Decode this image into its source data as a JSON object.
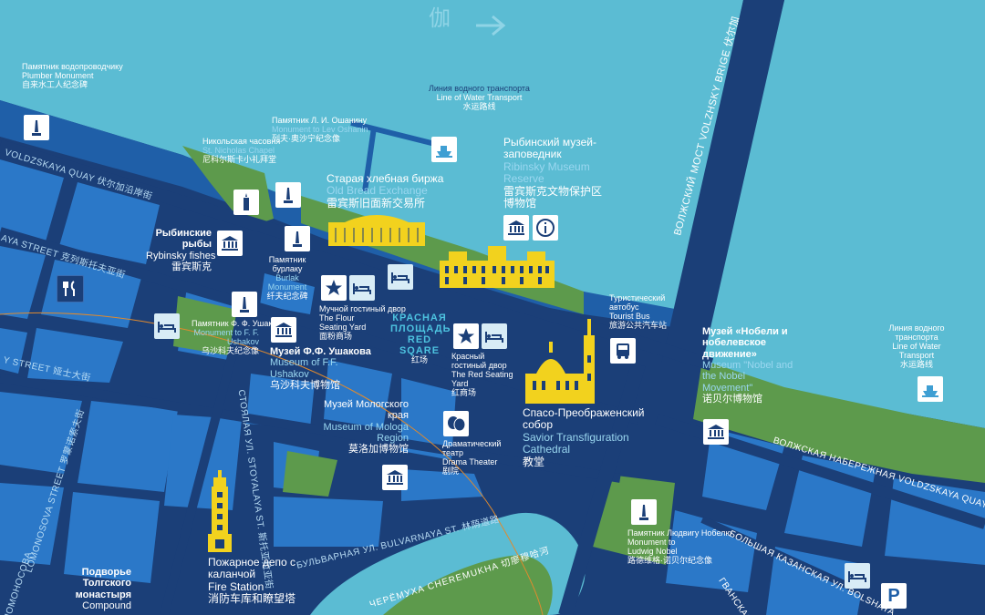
{
  "colors": {
    "water": "#5bbcd3",
    "block": "#1f5fa8",
    "street": "#1b3f78",
    "park": "#5d9a4c",
    "landmark": "#f2d21e",
    "label_en": "#9ad7f0"
  },
  "river_labels": {
    "top_glyph": "伽"
  },
  "labels": {
    "plumber": {
      "ru": "Памятник водопроводчику",
      "en": "Plumber Monument",
      "cn": "自来水工人纪念碑"
    },
    "water1": {
      "ru": "Линия водного транспорта",
      "en": "Line of Water Transport",
      "cn": "水运路线"
    },
    "oshanin": {
      "ru": "Памятник Л. И. Ошанину",
      "en": "Monument to Lev Oshanin",
      "cn": "列夫·奥沙宁纪念像"
    },
    "chapel": {
      "ru": "Никольская часовня",
      "en": "St. Nicholas Chapel",
      "cn": "尼科尔斯卡小礼拜堂"
    },
    "bread": {
      "ru": "Старая хлебная биржа",
      "en": "Old Bread Exchange",
      "cn": "雷宾斯旧面新交易所"
    },
    "museum_reserve": {
      "ru": "Рыбинский музей-заповедник",
      "en": "Ribinsky Museum Reserve",
      "cn": "雷宾斯克文物保护区博物馆"
    },
    "fishes": {
      "ru": "Рыбинские рыбы",
      "en": "Rybinsky fishes",
      "cn": "雷宾斯克"
    },
    "burlak": {
      "ru": "Памятник бурлаку",
      "en": "Burlak Monument",
      "cn": "纤夫纪念碑"
    },
    "flour": {
      "ru": "Мучной гостиный двор",
      "en": "The Flour Seating Yard",
      "cn": "面粉商场"
    },
    "ushakov_mon": {
      "ru": "Памятник Ф. Ф. Ушакову",
      "en": "Monument to F. F. Ushakov",
      "cn": "乌沙科夫纪念像"
    },
    "ushakov_mus": {
      "ru": "Музей Ф.Ф. Ушакова",
      "en": "Museum of F.F. Ushakov",
      "cn": "乌沙科夫博物馆"
    },
    "red_square": {
      "ru": "КРАСНАЯ ПЛОЩАДЬ",
      "en": "RED SQARE",
      "cn": "红场"
    },
    "red_yard": {
      "ru": "Красный гостиный двор",
      "en": "The Red Seating Yard",
      "cn": "红商场"
    },
    "mologa": {
      "ru": "Музей Мологского края",
      "en": "Museum of Mologa Region",
      "cn": "莫洛加博物馆"
    },
    "drama": {
      "ru": "Драматический театр",
      "en": "Drama Theater",
      "cn": "剧院"
    },
    "cathedral": {
      "ru": "Спасо-Преображенский собор",
      "en": "Savior Transfiguration Cathedral",
      "cn": "教堂"
    },
    "bus": {
      "ru": "Туристический автобус",
      "en": "Tourist Bus",
      "cn": "旅游公共汽车站"
    },
    "nobel_mus": {
      "ru": "Музей «Нобели и нобелевское движение»",
      "en": "Museum \"Nobel and the Nobel Movement\"",
      "cn": "诺贝尔博物馆"
    },
    "water2": {
      "ru": "Линия водного транспорта",
      "en": "Line of Water Transport",
      "cn": "水运路线"
    },
    "nobel_mon": {
      "ru": "Памятник Людвигу Нобелю",
      "en": "Monument to Ludwig Nobel",
      "cn": "路德维格·诺贝尔纪念像"
    },
    "fire": {
      "ru": "Пожарное депо с каланчой",
      "en": "Fire Station",
      "cn": "消防车库和瞭望塔"
    },
    "compound": {
      "ru": "Подворье Толгского монастыря",
      "en": "Compound",
      "cn": ""
    }
  },
  "streets": {
    "voldz_quay": "VOLDZSKAYA QUAY  伏尔加沿岸街",
    "krestovaya": "AYA STREET  克列斯托夫亚街",
    "ya_street": "Y STREET  娅士大街",
    "stoyalaya": "СТОЯЛАЯ УЛ. STOYALAYA ST.  斯托亚拉亚街",
    "lomonosova": "LOMONOSOVA STREET  罗蒙诺索夫街",
    "lomonosova_ru": "ЛОМОНОСОВА",
    "bulvarnaya": "БУЛЬВАРНАЯ УЛ. BULVARNAYA ST.  林荫道路",
    "cheremukha": "ЧЕРЁМУХА  CHEREMUKHA  切廖穆哈河",
    "bridge": "ВОЛЖСКИЙ МОСТ VOLZHSKY BRIGE 伏尔加",
    "volzh_quay2": "ВОЛЖСКАЯ НАБЕРЕЖНАЯ  VOLDZSKAYA QUAY",
    "kazanskaya": "БОЛЬШАЯ КАЗАНСКАЯ УЛ.  BOLSHAYA",
    "gvanskaya": "ГВАНСКАЯ УЛ."
  },
  "icons": {
    "plumber": "obelisk-icon",
    "water_line": "ship-icon",
    "museum": "museum-icon",
    "info": "info-icon",
    "restaurant": "fork-knife-icon",
    "hotel": "bed-icon",
    "star": "star-icon",
    "theater": "masks-icon",
    "bus": "bus-icon",
    "parking": "parking-icon"
  },
  "parking": {
    "label": "P"
  }
}
